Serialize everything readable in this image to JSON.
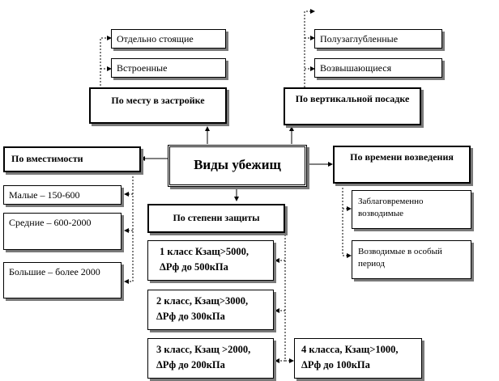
{
  "main": {
    "title": "Виды убежищ"
  },
  "placement": {
    "title": "По месту в застройке",
    "items": [
      "Отдельно стоящие",
      "Встроенные"
    ]
  },
  "vertical": {
    "title": "По вертикальной посадке",
    "items": [
      "Полузаглубленные",
      "Возвышающиеся"
    ]
  },
  "capacity": {
    "title": "По вместимости",
    "items": [
      "Малые – 150-600",
      "Средние – 600-2000",
      "Большие – более 2000"
    ]
  },
  "construction_time": {
    "title": "По времени возведения",
    "items": [
      "Заблаговременно возводимые",
      "Возводимые в особый период"
    ]
  },
  "protection": {
    "title": "По степени защиты",
    "items": [
      "1 класс  Кзащ>5000, ΔРф до 500кПа",
      "2 класс, Кзащ>3000, ΔРф до 300кПа",
      "3 класс, Кзащ >2000, ΔРф до 200кПа",
      "4 класса, Кзащ>1000, ΔРф до 100кПа"
    ]
  }
}
